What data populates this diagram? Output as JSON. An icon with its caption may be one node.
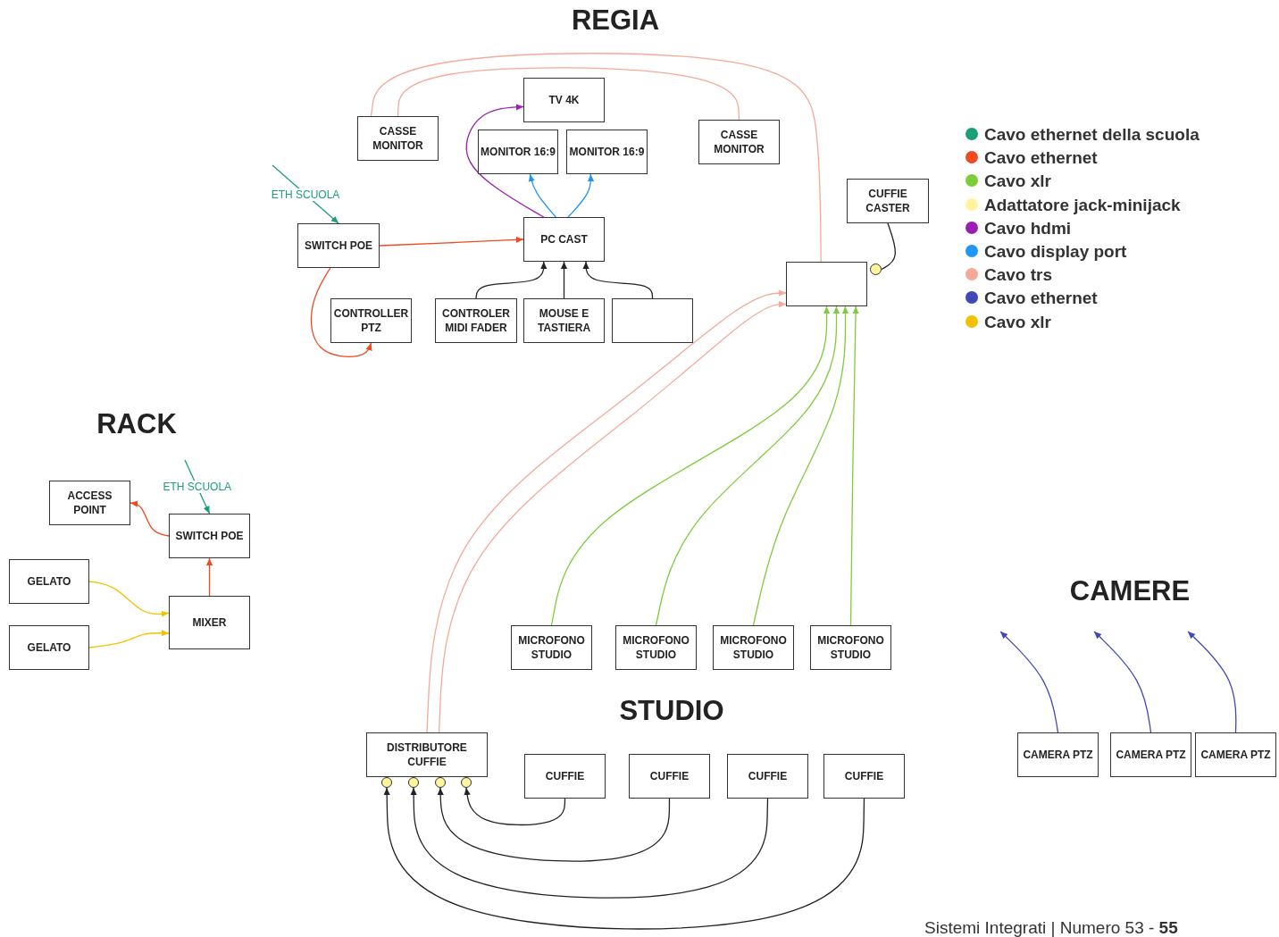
{
  "diagram": {
    "nodes": [
      {
        "text": [
          "CASSE MONITOR"
        ]
      },
      {
        "text": [
          "TV 4K"
        ]
      },
      {
        "text": [
          "MONITOR 16:9"
        ]
      },
      {
        "text": [
          "MONITOR 16:9"
        ]
      },
      {
        "text": [
          "CASSE MONITOR"
        ]
      },
      {
        "text": [
          "CUFFIE CASTER"
        ]
      },
      {
        "text": [
          "SWITCH POE"
        ]
      },
      {
        "text": [
          "PC CAST"
        ]
      },
      {
        "text": [],
        "shape": "box"
      },
      {
        "text": [
          "CONTROLLER PTZ"
        ]
      },
      {
        "text": [
          "CONTROLER MIDI FADER"
        ]
      },
      {
        "text": [
          "MOUSE E TASTIERA"
        ]
      },
      {
        "text": [],
        "shape": "box"
      },
      {
        "text": [
          "ACCESS POINT"
        ]
      },
      {
        "text": [
          "SWITCH POE"
        ]
      },
      {
        "text": [
          "GELATO"
        ]
      },
      {
        "text": [
          "MIXER"
        ]
      },
      {
        "text": [
          "GELATO"
        ]
      },
      {
        "text": [
          "MICROFONO STUDIO"
        ]
      },
      {
        "text": [
          "MICROFONO STUDIO"
        ]
      },
      {
        "text": [
          "MICROFONO STUDIO"
        ]
      },
      {
        "text": [
          "MICROFONO STUDIO"
        ]
      },
      {
        "text": [
          "DISTRIBUTORE CUFFIE"
        ]
      },
      {
        "text": [
          "CUFFIE"
        ]
      },
      {
        "text": [
          "CUFFIE"
        ]
      },
      {
        "text": [
          "CUFFIE"
        ]
      },
      {
        "text": [
          "CUFFIE"
        ]
      },
      {
        "text": [
          "CAMERA PTZ"
        ]
      },
      {
        "text": [
          "CAMERA PTZ"
        ]
      },
      {
        "text": [
          "CAMERA PTZ"
        ]
      },
      {
        "text": [],
        "shape": "circle"
      },
      {
        "text": [],
        "shape": "circle"
      },
      {
        "text": [],
        "shape": "circle"
      },
      {
        "text": [],
        "shape": "circle"
      },
      {
        "text": [],
        "shape": "circle"
      }
    ],
    "edges": [
      {
        "from": null,
        "to": 6,
        "arrow": "to",
        "label": "ETH SCUOLA",
        "color": "#1a9e7a"
      },
      {
        "from": 6,
        "to": 7,
        "arrow": "to",
        "color": "#f04a23"
      },
      {
        "from": 6,
        "to": 9,
        "arrow": "to",
        "color": "#f04a23"
      },
      {
        "from": 7,
        "to": 1,
        "arrow": "to",
        "color": "#9b1fb0"
      },
      {
        "from": 7,
        "to": 2,
        "arrow": "to",
        "color": "#2196f3"
      },
      {
        "from": 7,
        "to": 3,
        "arrow": "to",
        "color": "#2196f3"
      },
      {
        "from": 10,
        "to": 7,
        "arrow": "to"
      },
      {
        "from": 11,
        "to": 7,
        "arrow": "to"
      },
      {
        "from": 12,
        "to": 7,
        "arrow": "to"
      },
      {
        "from": 8,
        "to": 0,
        "arrow": "none",
        "color": "#f5a99a"
      },
      {
        "from": 0,
        "to": 4,
        "arrow": "none",
        "color": "#f5a99a"
      },
      {
        "from": 5,
        "to": 30,
        "arrow": "none"
      },
      {
        "from": 22,
        "to": 8,
        "arrow": "to",
        "color": "#f5a99a"
      },
      {
        "from": 22,
        "to": 8,
        "arrow": "to",
        "color": "#f5a99a"
      },
      {
        "from": 18,
        "to": 8,
        "arrow": "to",
        "color": "#7dcc3c"
      },
      {
        "from": 19,
        "to": 8,
        "arrow": "to",
        "color": "#7dcc3c"
      },
      {
        "from": 20,
        "to": 8,
        "arrow": "to",
        "color": "#7dcc3c"
      },
      {
        "from": 21,
        "to": 8,
        "arrow": "to",
        "color": "#7dcc3c"
      },
      {
        "from": null,
        "to": 14,
        "arrow": "to",
        "label": "ETH SCUOLA",
        "color": "#1a9e7a"
      },
      {
        "from": 14,
        "to": 13,
        "arrow": "to",
        "color": "#f04a23"
      },
      {
        "from": 16,
        "to": 14,
        "arrow": "to",
        "color": "#f04a23"
      },
      {
        "from": 15,
        "to": 16,
        "arrow": "to",
        "color": "#f5c000"
      },
      {
        "from": 17,
        "to": 16,
        "arrow": "to",
        "color": "#f5c000"
      },
      {
        "from": 23,
        "to": 34,
        "arrow": "to"
      },
      {
        "from": 24,
        "to": 33,
        "arrow": "to"
      },
      {
        "from": 25,
        "to": 32,
        "arrow": "to"
      },
      {
        "from": 26,
        "to": 31,
        "arrow": "to"
      },
      {
        "from": 27,
        "to": null,
        "arrow": "to",
        "color": "#3f48b5"
      },
      {
        "from": 28,
        "to": null,
        "arrow": "to",
        "color": "#3f48b5"
      },
      {
        "from": 29,
        "to": null,
        "arrow": "to",
        "color": "#3f48b5"
      }
    ],
    "labels": [
      "REGIA",
      "RACK",
      "CAMERE",
      "STUDIO",
      "Sistemi Integrati | Numero 53 - **55**"
    ],
    "legend": [
      {
        "text": "Cavo ethernet della scuola",
        "color": "#1a9e7a"
      },
      {
        "text": "Cavo ethernet",
        "color": "#f04a23"
      },
      {
        "text": "Cavo xlr",
        "color": "#7dcc3c"
      },
      {
        "text": "Adattatore jack-minijack",
        "color": "#fff3a0"
      },
      {
        "text": "Cavo hdmi",
        "color": "#9b1fb0"
      },
      {
        "text": "Cavo display port",
        "color": "#2196f3"
      },
      {
        "text": "Cavo trs",
        "color": "#f5a99a"
      },
      {
        "text": "Cavo ethernet",
        "color": "#3f48b5"
      },
      {
        "text": "Cavo xlr",
        "color": "#f5c000"
      }
    ]
  }
}
